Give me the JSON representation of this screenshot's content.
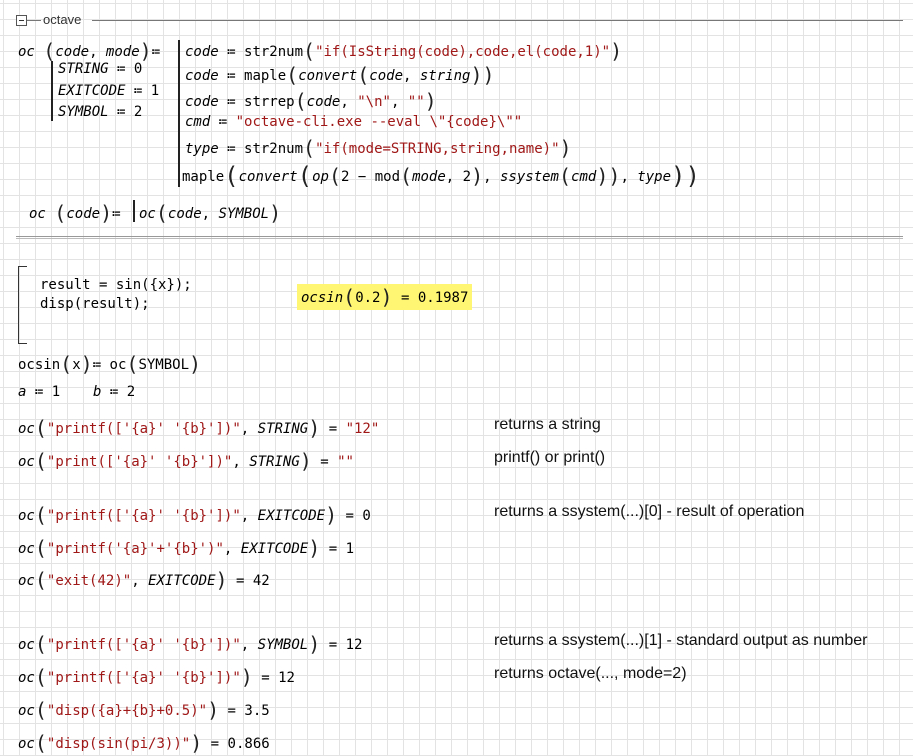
{
  "region": {
    "title": "octave"
  },
  "def_main": {
    "lhs": "oc",
    "params": [
      "code",
      "mode"
    ],
    "constants": [
      {
        "name": "STRING",
        "value": "0"
      },
      {
        "name": "EXITCODE",
        "value": "1"
      },
      {
        "name": "SYMBOL",
        "value": "2"
      }
    ],
    "line1": {
      "var": "code",
      "fn": "str2num",
      "arg": "\"if(IsString(code),code,el(code,1)\""
    },
    "line2": {
      "var": "code",
      "fn": "maple",
      "inner_fn": "convert",
      "args": [
        "code",
        "string"
      ]
    },
    "line3": {
      "var": "code",
      "fn": "strrep",
      "args": [
        "code",
        "\"\\n\"",
        "\"\""
      ]
    },
    "line4": {
      "var": "cmd",
      "value": "\"octave-cli.exe --eval \\\"{code}\\\"\""
    },
    "line5": {
      "var": "type",
      "fn": "str2num",
      "arg": "\"if(mode=STRING,string,name)\""
    },
    "line6": {
      "fn": "maple",
      "convert": "convert",
      "op": "op",
      "two": "2",
      "mod": "mod",
      "mode": "mode",
      "ssystem": "ssystem",
      "cmd": "cmd",
      "type": "type"
    }
  },
  "def_short": {
    "lhs": "oc",
    "param": "code",
    "rhs_fn": "oc",
    "rhs_args": [
      "code",
      "SYMBOL"
    ]
  },
  "code_block": {
    "line1": "result = sin({x});",
    "line2": "disp(result);"
  },
  "highlight": {
    "fn": "ocsin",
    "arg": "0.2",
    "result": "0.1987"
  },
  "ocsin_def": {
    "lhs": "ocsin",
    "param": "x",
    "rhs_fn": "oc",
    "rhs_arg": "SYMBOL"
  },
  "assignments": [
    {
      "name": "a",
      "value": "1"
    },
    {
      "name": "b",
      "value": "2"
    }
  ],
  "evals": [
    {
      "fn": "oc",
      "arg": "\"printf(['{a}' '{b}'])\"",
      "mode": "STRING",
      "result": "\"12\"",
      "result_is_string": true
    },
    {
      "fn": "oc",
      "arg": "\"print(['{a}' '{b}'])\"",
      "mode": "STRING",
      "result": "\"\"",
      "result_is_string": true
    },
    {
      "fn": "oc",
      "arg": "\"printf(['{a}' '{b}'])\"",
      "mode": "EXITCODE",
      "result": "0",
      "result_is_string": false
    },
    {
      "fn": "oc",
      "arg": "\"printf('{a}'+'{b}')\"",
      "mode": "EXITCODE",
      "result": "1",
      "result_is_string": false
    },
    {
      "fn": "oc",
      "arg": "\"exit(42)\"",
      "mode": "EXITCODE",
      "result": "42",
      "result_is_string": false
    },
    {
      "fn": "oc",
      "arg": "\"printf(['{a}' '{b}'])\"",
      "mode": "SYMBOL",
      "result": "12",
      "result_is_string": false
    },
    {
      "fn": "oc",
      "arg": "\"printf(['{a}' '{b}'])\"",
      "mode": "",
      "result": "12",
      "result_is_string": false
    },
    {
      "fn": "oc",
      "arg": "\"disp({a}+{b}+0.5)\"",
      "mode": "",
      "result": "3.5",
      "result_is_string": false
    },
    {
      "fn": "oc",
      "arg": "\"disp(sin(pi/3))\"",
      "mode": "",
      "result": "0.866",
      "result_is_string": false
    }
  ],
  "comments": [
    "returns a string",
    "printf() or print()",
    "returns a ssystem(...)[0]  - result of operation",
    "returns a ssystem(...)[1]  - standard output as number",
    "returns octave(..., mode=2)"
  ]
}
